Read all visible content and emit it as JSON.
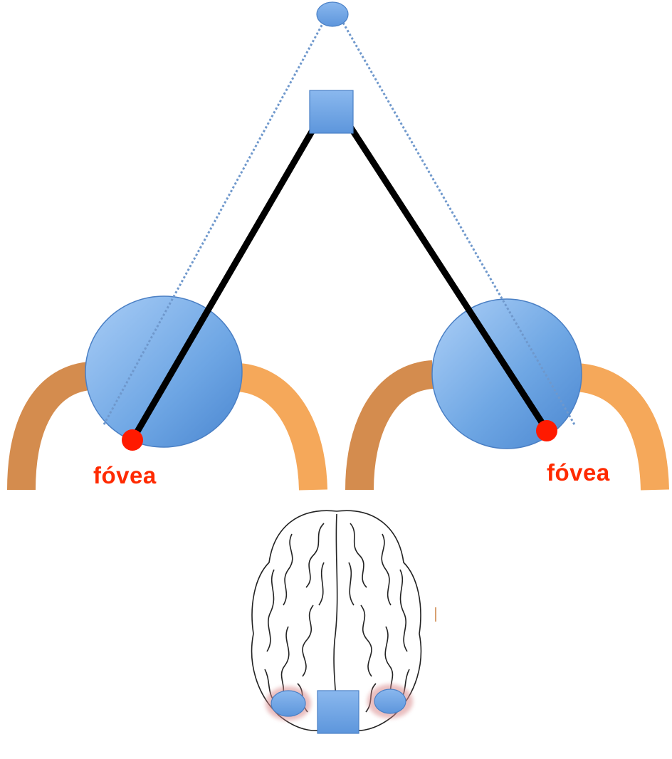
{
  "labels": {
    "fovea_left": "fóvea",
    "fovea_right": "fóvea"
  },
  "colors": {
    "object_fill": "#6aa2e0",
    "eye_fill": "#5b97dd",
    "muscle_light": "#f5a85a",
    "muscle_dark": "#d8904e",
    "fovea_dot": "#ff1a00",
    "fovea_label": "#ff2a00",
    "gaze_line": "#000000",
    "sight_line_dotted": "#6f98cc",
    "brain_outline": "#222222",
    "cortex_highlight": "#c9787a"
  },
  "icons": {
    "near_object": "square",
    "far_object": "ellipse",
    "brain": "brain-top-view"
  }
}
